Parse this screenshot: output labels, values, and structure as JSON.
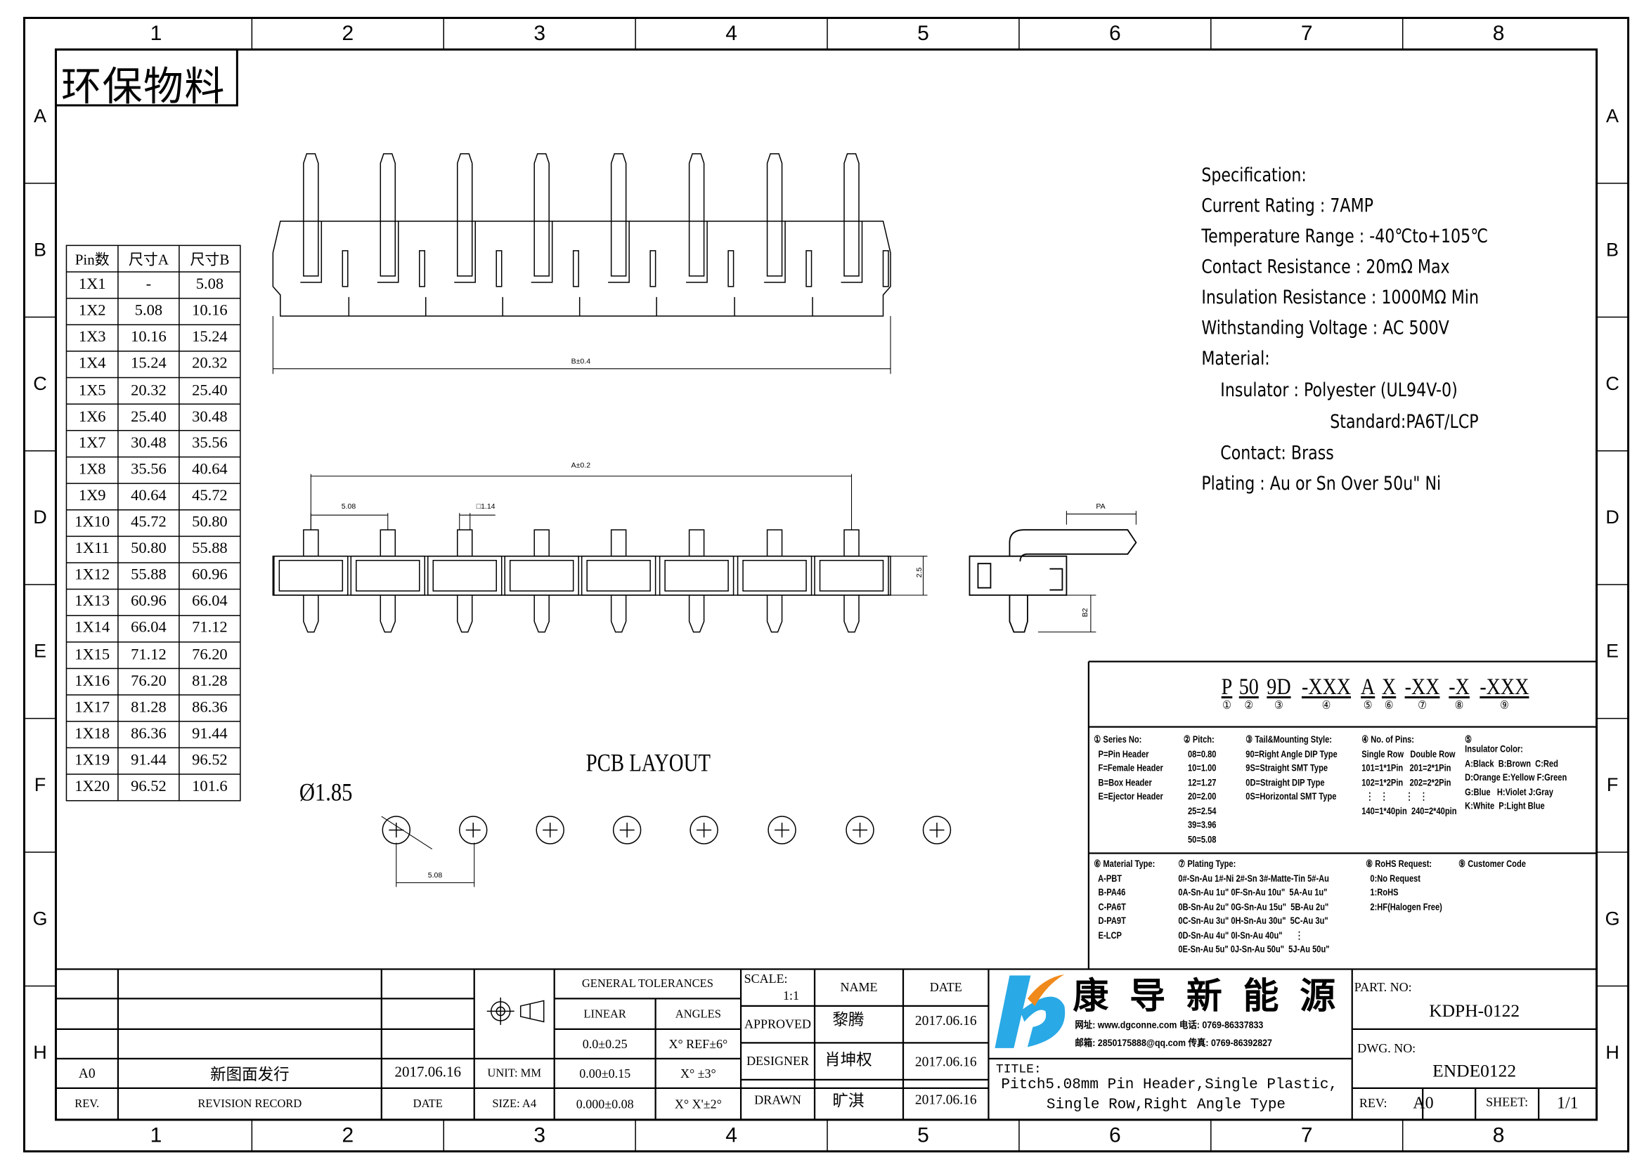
{
  "title_stamp": "环保物料",
  "zones": {
    "columns": [
      "1",
      "2",
      "3",
      "4",
      "5",
      "6",
      "7",
      "8"
    ],
    "rows": [
      "A",
      "B",
      "C",
      "D",
      "E",
      "F",
      "G",
      "H"
    ]
  },
  "pin_table": {
    "headers": [
      "Pin数",
      "尺寸A",
      "尺寸B"
    ],
    "rows": [
      [
        "1X1",
        "-",
        "5.08"
      ],
      [
        "1X2",
        "5.08",
        "10.16"
      ],
      [
        "1X3",
        "10.16",
        "15.24"
      ],
      [
        "1X4",
        "15.24",
        "20.32"
      ],
      [
        "1X5",
        "20.32",
        "25.40"
      ],
      [
        "1X6",
        "25.40",
        "30.48"
      ],
      [
        "1X7",
        "30.48",
        "35.56"
      ],
      [
        "1X8",
        "35.56",
        "40.64"
      ],
      [
        "1X9",
        "40.64",
        "45.72"
      ],
      [
        "1X10",
        "45.72",
        "50.80"
      ],
      [
        "1X11",
        "50.80",
        "55.88"
      ],
      [
        "1X12",
        "55.88",
        "60.96"
      ],
      [
        "1X13",
        "60.96",
        "66.04"
      ],
      [
        "1X14",
        "66.04",
        "71.12"
      ],
      [
        "1X15",
        "71.12",
        "76.20"
      ],
      [
        "1X16",
        "76.20",
        "81.28"
      ],
      [
        "1X17",
        "81.28",
        "86.36"
      ],
      [
        "1X18",
        "86.36",
        "91.44"
      ],
      [
        "1X19",
        "91.44",
        "96.52"
      ],
      [
        "1X20",
        "96.52",
        "101.6"
      ]
    ]
  },
  "specification": {
    "heading": "Specification:",
    "current_rating": "Current Rating : 7AMP",
    "temperature_range": "Temperature Range : -40℃to+105℃",
    "contact_resistance": "Contact Resistance : 20mΩ  Max",
    "insulation_resistance": "Insulation Resistance : 1000MΩ  Min",
    "withstanding_voltage": "Withstanding Voltage : AC 500V",
    "material": "Material:",
    "insulator": "Insulator : Polyester (UL94V-0)",
    "standard": "Standard:PA6T/LCP",
    "contact": "Contact: Brass",
    "plating": "Plating : Au or Sn Over 50u\" Ni"
  },
  "dimensions": {
    "b_length": "B±0.4",
    "a_length": "A±0.2",
    "pitch": "5.08",
    "pin_square": "□1.14",
    "height": "2.5",
    "pa": "PA",
    "b2": "B2",
    "pcb_title": "PCB LAYOUT",
    "hole_dia": "Ø1.85",
    "pcb_pitch": "5.08"
  },
  "part_code": [
    {
      "t": "P",
      "c": "①"
    },
    {
      "t": "50",
      "c": "②"
    },
    {
      "t": "9D",
      "c": "③"
    },
    {
      "t": "-XXX",
      "c": "④"
    },
    {
      "t": "A",
      "c": "⑤"
    },
    {
      "t": "X",
      "c": "⑥"
    },
    {
      "t": "-XX",
      "c": "⑦"
    },
    {
      "t": "-X",
      "c": "⑧"
    },
    {
      "t": "-XXX",
      "c": "⑨"
    }
  ],
  "legend": {
    "series": [
      "① Series No:",
      "  P=Pin Header",
      "  F=Female Header",
      "  B=Box Header",
      "  E=Ejector Header"
    ],
    "pitch": [
      "② Pitch:",
      "  08=0.80",
      "  10=1.00",
      "  12=1.27",
      "  20=2.00",
      "  25=2.54",
      "  39=3.96",
      "  50=5.08"
    ],
    "tail": [
      "③ Tail&Mounting Style:",
      "90=Right Angle DIP Type",
      "9S=Straight SMT Type",
      "0D=Straight DIP Type",
      "0S=Horizontal SMT Type"
    ],
    "pins": [
      "④ No. of Pins:",
      "Single Row   Double Row",
      "101=1*1Pin   201=2*1Pin",
      "102=1*2Pin   202=2*2Pin",
      "  ⋮   ⋮        ⋮   ⋮",
      "140=1*40pin  240=2*40pin"
    ],
    "color": [
      "⑤",
      "Insulator Color:",
      "A:Black  B:Brown  C:Red",
      "D:Orange E:Yellow F:Green",
      "G:Blue   H:Violet J:Gray",
      "K:White  P:Light Blue"
    ],
    "material": [
      "⑥ Material Type:",
      "  A-PBT",
      "  B-PA46",
      "  C-PA6T",
      "  D-PA9T",
      "  E-LCP"
    ],
    "plating": [
      "⑦ Plating Type:",
      "0#-Sn-Au 1#-Ni 2#-Sn 3#-Matte-Tin 5#-Au",
      "0A-Sn-Au 1u\" 0F-Sn-Au 10u\"  5A-Au 1u\"",
      "0B-Sn-Au 2u\" 0G-Sn-Au 15u\"  5B-Au 2u\"",
      "0C-Sn-Au 3u\" 0H-Sn-Au 30u\"  5C-Au 3u\"",
      "0D-Sn-Au 4u\" 0I-Sn-Au 40u\"      ⋮",
      "0E-Sn-Au 5u\" 0J-Sn-Au 50u\"  5J-Au 50u\""
    ],
    "rohs": [
      "⑧ RoHS Request:",
      "  0:No Request",
      "  1:RoHS",
      "  2:HF(Halogen Free)"
    ],
    "customer": [
      "⑨ Customer Code"
    ]
  },
  "title_block": {
    "revision": {
      "rev": "A0",
      "record": "新图面发行",
      "date": "2017.06.16",
      "rev_label": "REV.",
      "record_label": "REVISION RECORD",
      "date_label": "DATE"
    },
    "tolerances": {
      "heading": "GENERAL TOLERANCES",
      "linear": "LINEAR",
      "angles": "ANGLES",
      "l1": "0.0±0.25",
      "a1": "X°  REF±6°",
      "l2": "0.00±0.15",
      "a2": "X°  ±3°",
      "l3": "0.000±0.08",
      "a3": "X°  X'±2°"
    },
    "unit": "UNIT:  MM",
    "size": "SIZE:  A4",
    "scale_label": "SCALE:",
    "scale": "1:1",
    "name_label": "NAME",
    "date_label": "DATE",
    "approved_label": "APPROVED",
    "approved_name": "黎腾",
    "approved_date": "2017.06.16",
    "designer_label": "DESIGNER",
    "designer_name": "肖坤权",
    "designer_date": "2017.06.16",
    "drawn_label": "DRAWN",
    "drawn_name": "旷淇",
    "drawn_date": "2017.06.16",
    "company": "康 导 新 能 源",
    "contact1": "网址: www.dgconne.com   电话: 0769-86337833",
    "contact2": "邮箱: 2850175888@qq.com 传真: 0769-86392827",
    "title_label": "TITLE:",
    "title_line1": "Pitch5.08mm Pin Header,Single Plastic,",
    "title_line2": "Single Row,Right Angle Type",
    "part_no_label": "PART. NO:",
    "part_no": "KDPH-0122",
    "dwg_no_label": "DWG. NO:",
    "dwg_no": "ENDE0122",
    "rev_label": "REV:",
    "rev": "A0",
    "sheet_label": "SHEET:",
    "sheet": "1/1"
  },
  "colors": {
    "logo_blue": "#29a9e6",
    "logo_orange": "#f08a1c"
  }
}
